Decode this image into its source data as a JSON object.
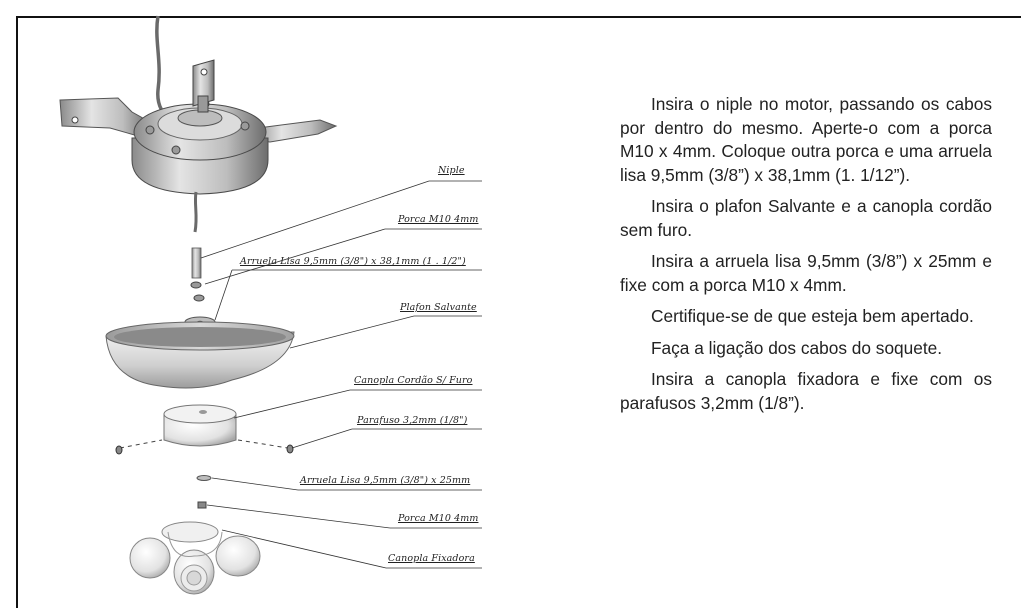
{
  "labels": {
    "niple": "Niple",
    "porca_1": "Porca M10 4mm",
    "arruela_1": "Arruela Lisa 9,5mm (3/8\") x 38,1mm (1 . 1/2\")",
    "plafon": "Plafon Salvante",
    "canopla_cordao": "Canopla Cordão S/ Furo",
    "parafuso": "Parafuso 3,2mm (1/8\")",
    "arruela_2": "Arruela Lisa 9,5mm (3/8\") x 25mm",
    "porca_2": "Porca M10 4mm",
    "canopla_fixadora": "Canopla Fixadora"
  },
  "instructions": [
    "Insira o niple no motor, passando os cabos por dentro do mesmo. Aperte-o com a porca M10 x 4mm. Coloque outra porca e uma arruela lisa 9,5mm (3/8”) x 38,1mm (1. 1/12”).",
    "Insira o plafon Salvante e a canopla cordão sem furo.",
    "Insira a arruela lisa 9,5mm (3/8”) x 25mm e fixe com a porca M10 x 4mm.",
    "Certifique-se de que esteja bem apertado.",
    "Faça a ligação dos cabos do soquete.",
    "Insira a canopla fixadora e fixe com os parafusos 3,2mm (1/8”)."
  ]
}
